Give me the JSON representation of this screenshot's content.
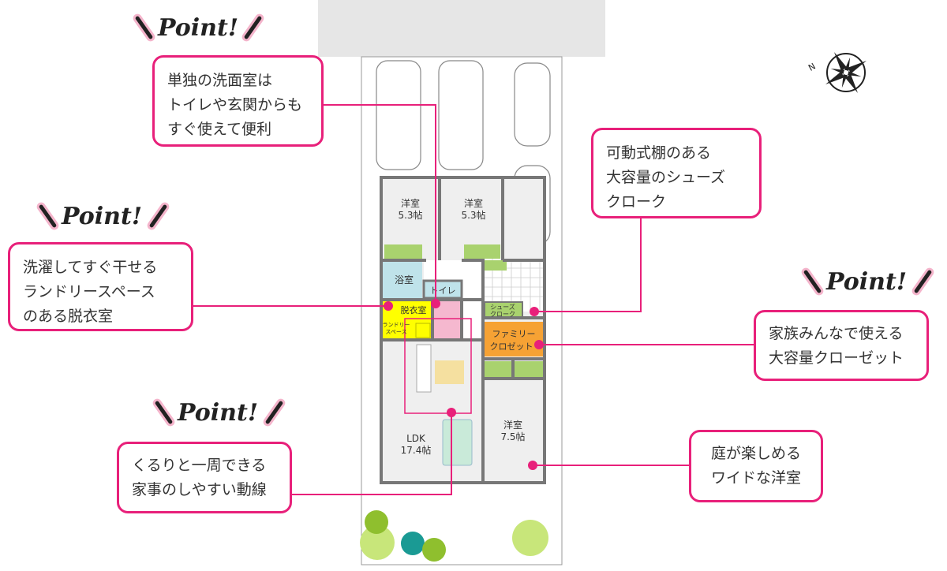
{
  "point_label": "Point!",
  "callouts": [
    {
      "text": "単独の洗面室は\nトイレや玄関からも\nすぐ使えて便利"
    },
    {
      "text": "洗濯してすぐ干せる\nランドリースペース\nのある脱衣室"
    },
    {
      "text": "家族みんなで使える\n大容量クローゼット"
    },
    {
      "text": "可動式棚のある\n大容量のシューズ\nクローク"
    },
    {
      "text": "くるりと一周できる\n家事のしやすい動線"
    },
    {
      "text": "庭が楽しめる\nワイドな洋室"
    }
  ],
  "rooms": {
    "bedroom1": {
      "name": "洋室",
      "size": "5.3帖"
    },
    "bedroom2": {
      "name": "洋室",
      "size": "5.3帖"
    },
    "bath": "浴室",
    "toilet": "トイレ",
    "dressing": "脱衣室",
    "laundry": [
      "ランドリー",
      "スペース"
    ],
    "shoe_closet": [
      "シューズ",
      "クローク"
    ],
    "family_closet": [
      "ファミリー",
      "クロゼット"
    ],
    "ldk": {
      "name": "LDK",
      "size": "17.4帖"
    },
    "bedroom3": {
      "name": "洋室",
      "size": "7.5帖"
    }
  },
  "colors": {
    "accent": "#e8207a",
    "closet_green": "#a9d26e",
    "laundry_yellow": "#ffff00",
    "family_orange": "#f6a234",
    "bath_blue": "#bfe3ea",
    "washroom_pink": "#f5b8cf"
  }
}
